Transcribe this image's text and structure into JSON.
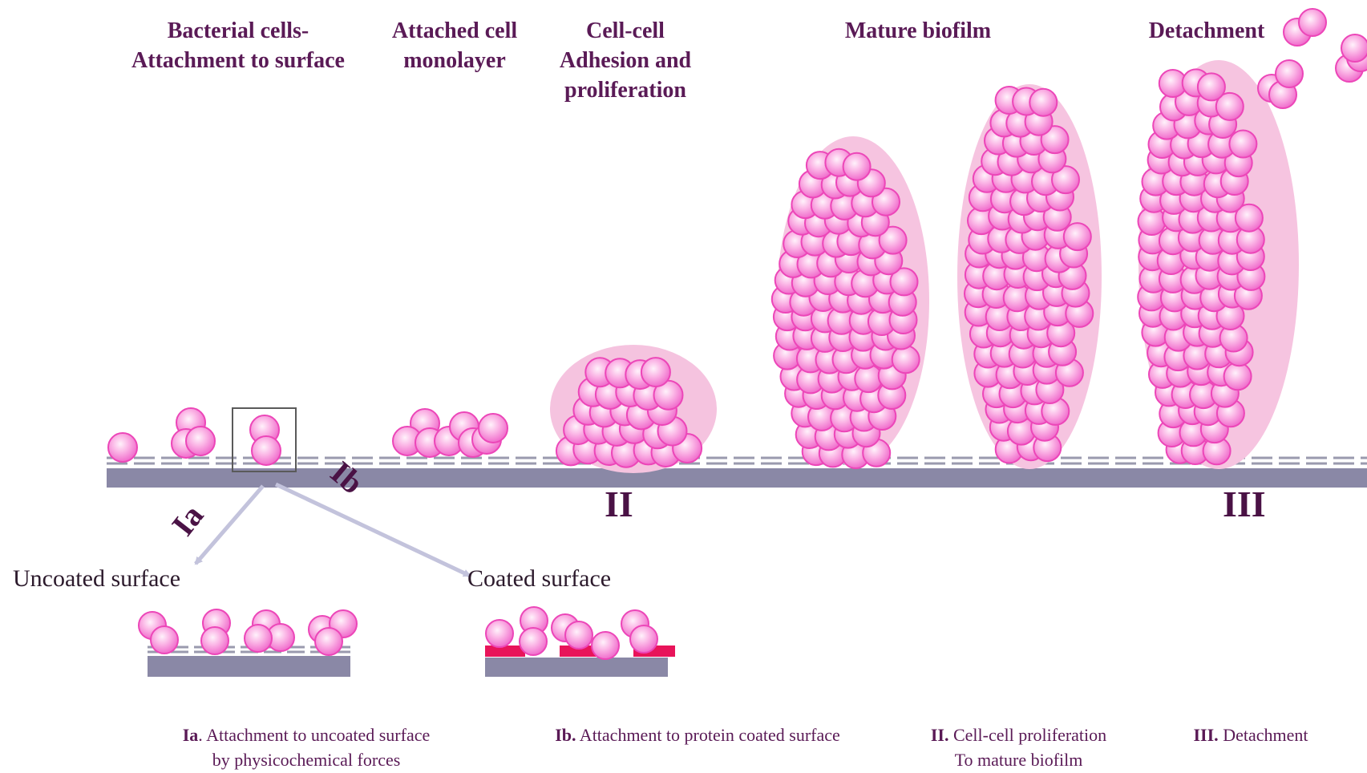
{
  "stages": {
    "attachment": "Bacterial cells-\nAttachment to surface",
    "monolayer": "Attached cell\nmonolayer",
    "adhesion": "Cell-cell\nAdhesion and\nproliferation",
    "mature": "Mature biofilm",
    "detachment": "Detachment"
  },
  "markers": {
    "stage_ii": "II",
    "stage_iii": "III",
    "branch_ia": "Ia",
    "branch_ib": "Ib"
  },
  "surfaces": {
    "uncoated": "Uncoated surface",
    "coated": "Coated surface"
  },
  "captions": {
    "ia_key": "Ia",
    "ia_text": ". Attachment to uncoated surface",
    "ia_text2": "by physicochemical forces",
    "ib_key": "Ib.",
    "ib_text": " Attachment to protein coated  surface",
    "ii_key": "II.",
    "ii_text": " Cell-cell proliferation",
    "ii_text2": "To mature biofilm",
    "iii_key": "III.",
    "iii_text": " Detachment"
  },
  "colors": {
    "cell_fill": "#f7a3de",
    "cell_stroke": "#ec46b8",
    "matrix": "#f5bedd",
    "surface": "#8a88a6",
    "coating": "#e8145a",
    "arrow": "#c3c3dc",
    "text": "#5a1a56"
  }
}
